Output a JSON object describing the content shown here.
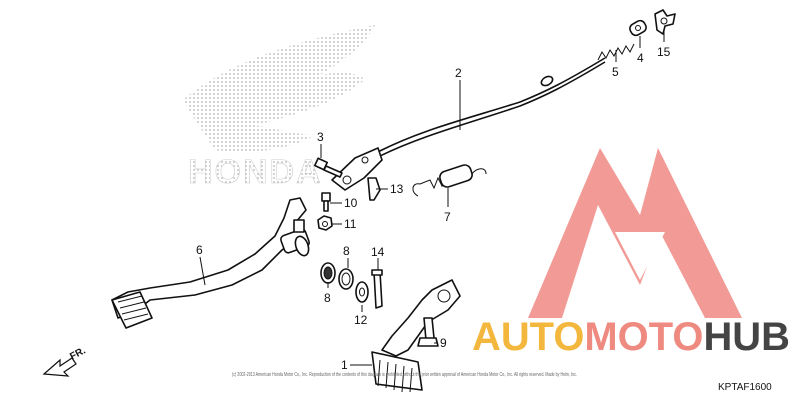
{
  "diagram": {
    "code": "KPTAF1600",
    "copyright": "(c) 2002-2013 American Honda Motor Co., Inc. Reproduction of the contents of this diagram is prohibited without the prior written approval of American Honda Motor Co., Inc. All rights reserved. Made by Helm, Inc.",
    "front_indicator": "FR.",
    "honda_logo_text": "HONDA",
    "watermark": {
      "parts": [
        "AUTO",
        "MOTO",
        "HUB"
      ],
      "colors": {
        "auto": "#f4b73e",
        "moto": "#ef8a80",
        "hub": "#444444",
        "logo": "#f08a84"
      }
    },
    "callouts": [
      "1",
      "2",
      "3",
      "4",
      "5",
      "6",
      "7",
      "8",
      "8",
      "9",
      "10",
      "11",
      "12",
      "13",
      "14",
      "15"
    ]
  }
}
